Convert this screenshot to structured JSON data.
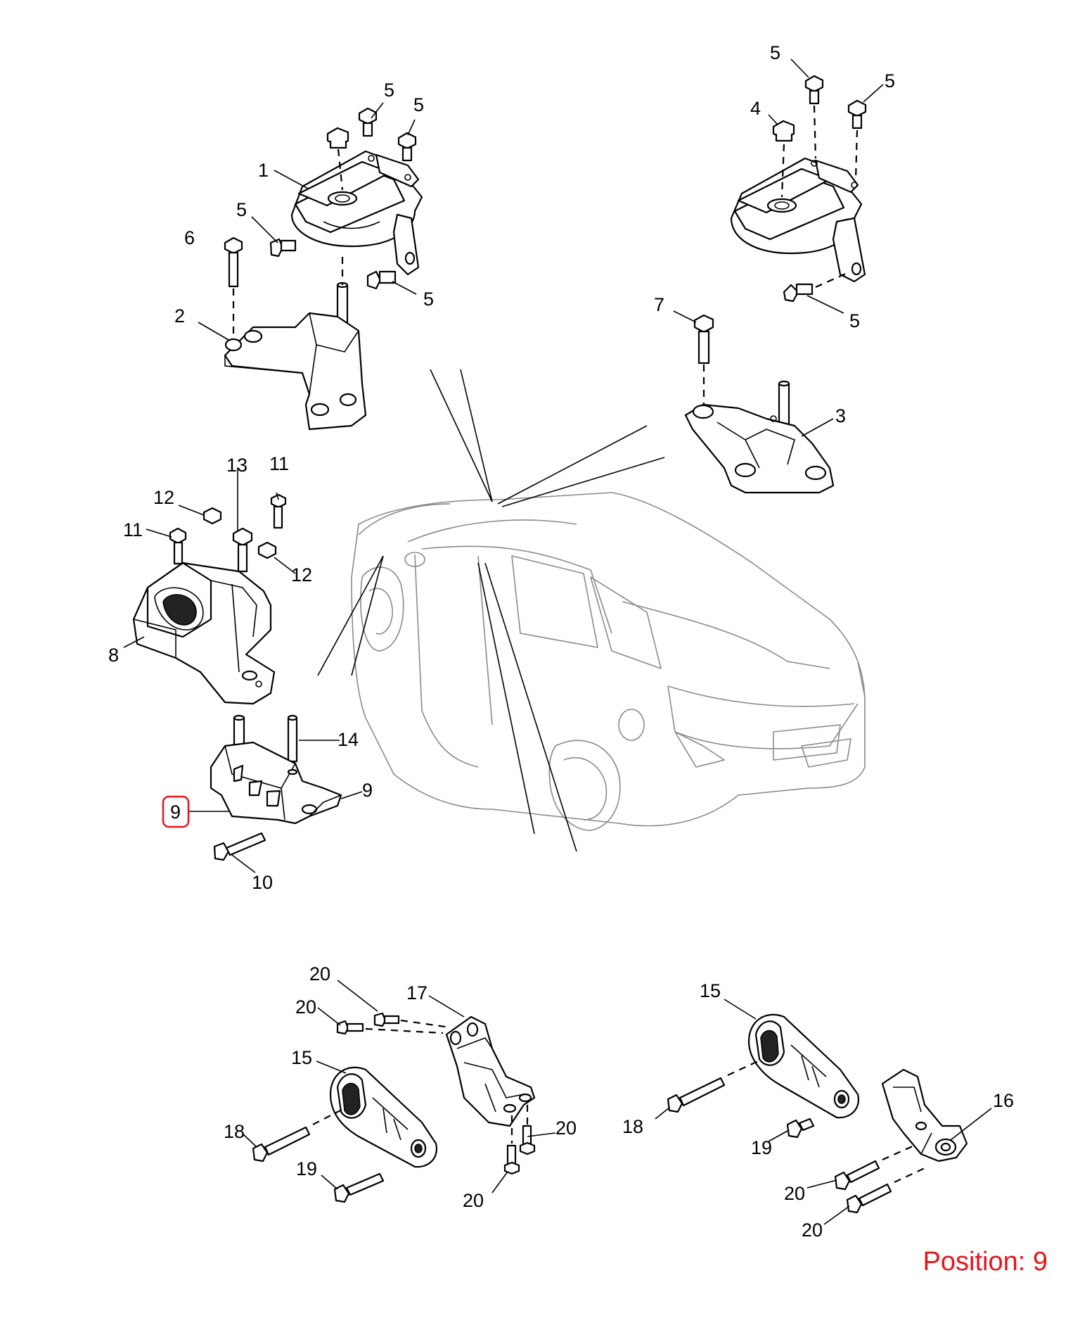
{
  "labels": {
    "c1": "1",
    "c2": "2",
    "c3": "3",
    "c4": "4",
    "c5a": "5",
    "c5b": "5",
    "c5c": "5",
    "c5d": "5",
    "c5e": "5",
    "c5f": "5",
    "c5g": "5",
    "c6": "6",
    "c7": "7",
    "c8": "8",
    "c9a": "9",
    "c9b": "9",
    "c10": "10",
    "c11a": "11",
    "c11b": "11",
    "c12a": "12",
    "c12b": "12",
    "c13": "13",
    "c14": "14",
    "c15a": "15",
    "c15b": "15",
    "c16": "16",
    "c17": "17",
    "c18a": "18",
    "c18b": "18",
    "c19a": "19",
    "c19b": "19",
    "c20a": "20",
    "c20b": "20",
    "c20c": "20",
    "c20d": "20",
    "c20e": "20",
    "c20f": "20"
  },
  "position_label": "Position: 9",
  "colors": {
    "highlight": "#e8141b",
    "ink": "#000000",
    "car_outline": "#8a8a8a"
  }
}
